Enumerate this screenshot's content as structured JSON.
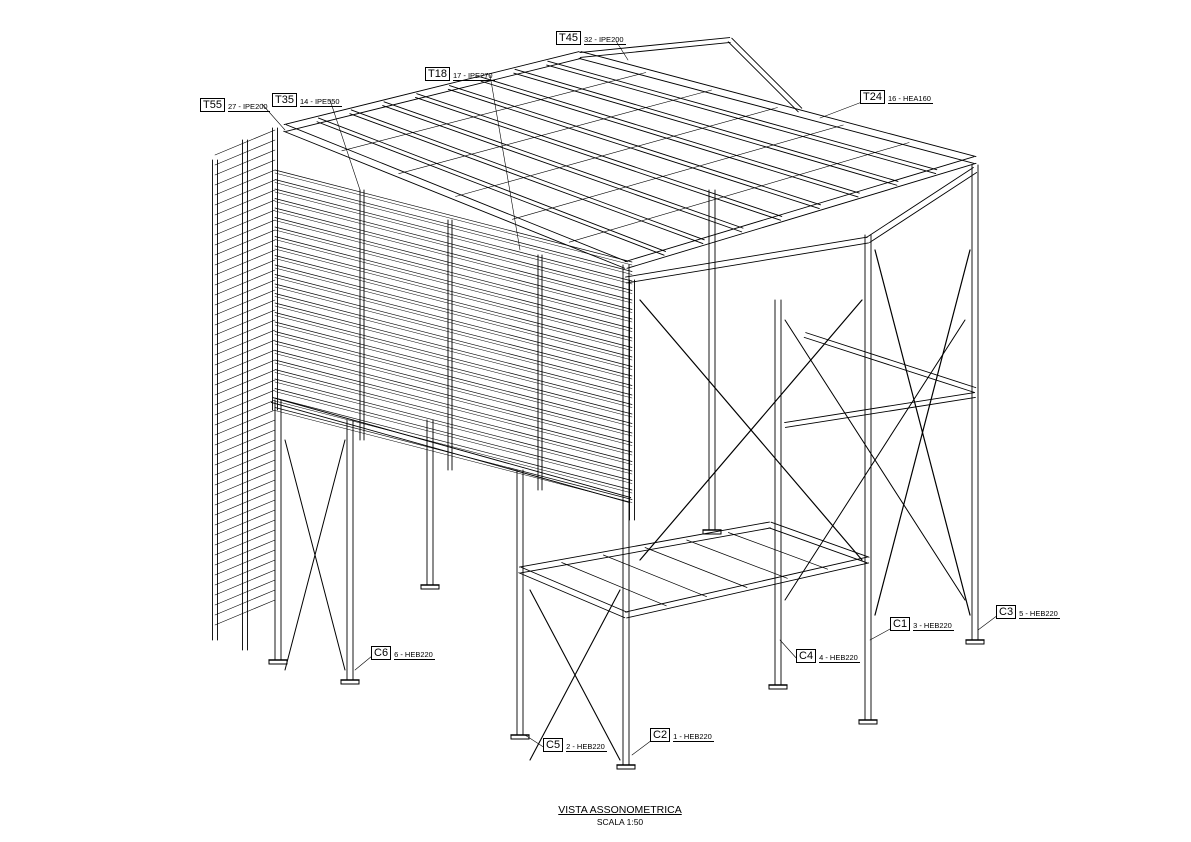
{
  "labels": [
    {
      "id": "T55",
      "desc": "27 - IPE200"
    },
    {
      "id": "T35",
      "desc": "14 - IPE550"
    },
    {
      "id": "T18",
      "desc": "17 - IPE270"
    },
    {
      "id": "T45",
      "desc": "32 - IPE200"
    },
    {
      "id": "T24",
      "desc": "16 - HEA160"
    },
    {
      "id": "C1",
      "desc": "3 - HEB220"
    },
    {
      "id": "C2",
      "desc": "1 - HEB220"
    },
    {
      "id": "C3",
      "desc": "5 - HEB220"
    },
    {
      "id": "C4",
      "desc": "4 - HEB220"
    },
    {
      "id": "C5",
      "desc": "2 - HEB220"
    },
    {
      "id": "C6",
      "desc": "6 - HEB220"
    }
  ],
  "footer": {
    "title": "VISTA ASSONOMETRICA",
    "scale": "SCALA  1:50"
  }
}
